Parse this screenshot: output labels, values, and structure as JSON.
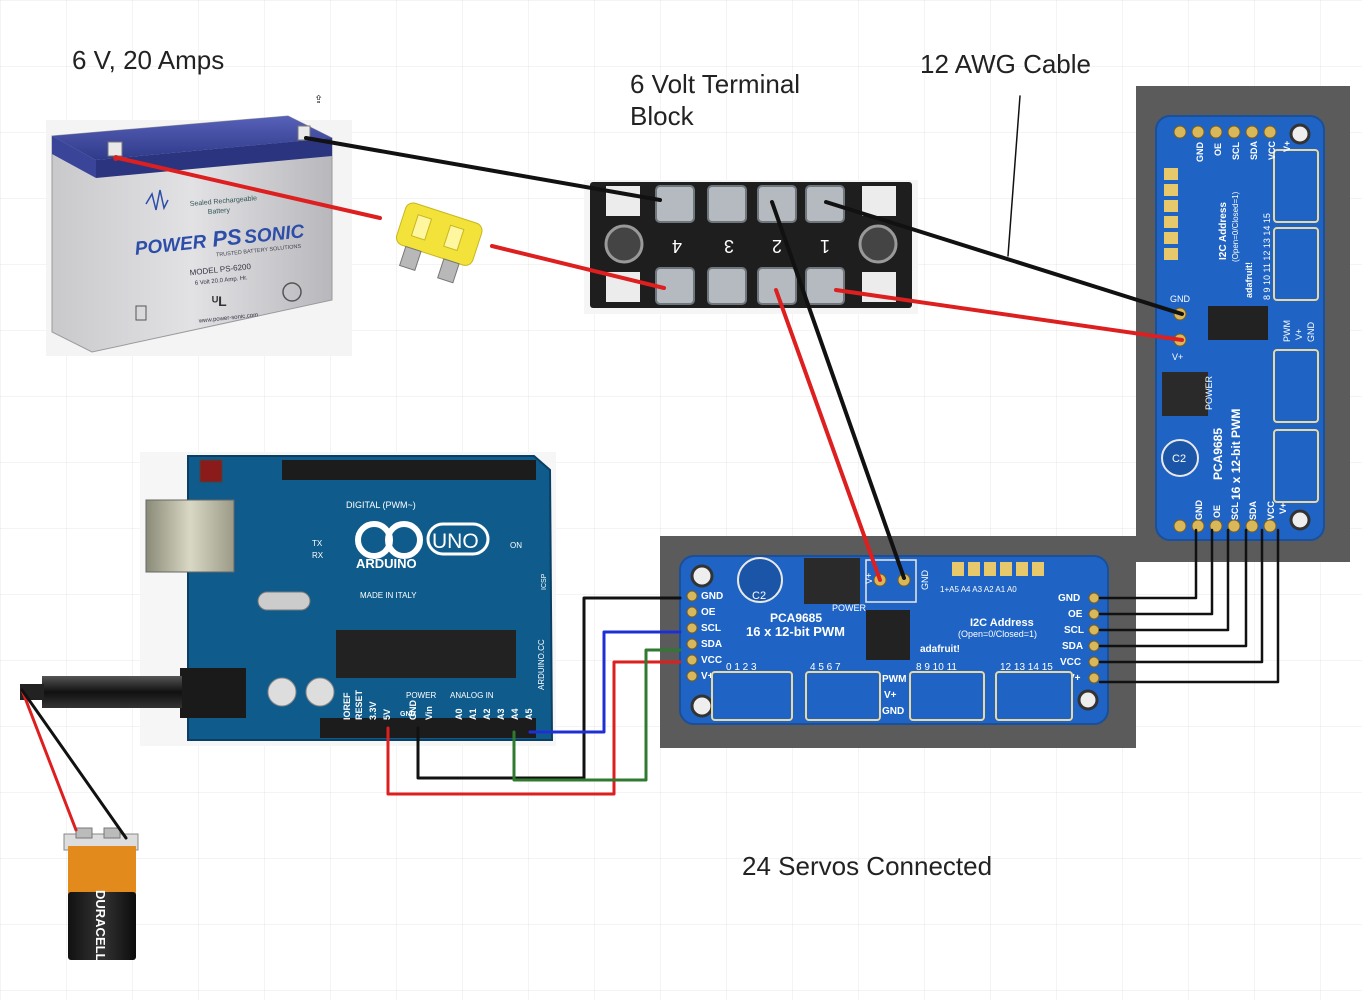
{
  "labels": {
    "battery_spec": "6 V, 20 Amps",
    "terminal_block_line1": "6 Volt Terminal",
    "terminal_block_line2": "Block",
    "cable": "12 AWG Cable",
    "servos": "24 Servos Connected"
  },
  "battery": {
    "brand_left": "POWER",
    "brand_mid": "PS",
    "brand_right": "SONIC",
    "sealed": "Sealed Rechargeable",
    "battery_word": "Battery",
    "trusted": "TRUSTED BATTERY SOLUTIONS",
    "model": "MODEL   PS-6200",
    "rating": "6 Volt   20.0 Amp. Hr.",
    "url": "www.power-sonic.com"
  },
  "arduino": {
    "uno": "UNO",
    "brand": "ARDUINO",
    "made_in": "MADE IN ITALY",
    "digital": "DIGITAL (PWM~)",
    "power": "POWER",
    "analog": "ANALOG IN",
    "on": "ON",
    "icsp": "ICSP",
    "tx": "TX",
    "rx": "RX",
    "cc": "ARDUINO.CC",
    "analog_pins": [
      "A0",
      "A1",
      "A2",
      "A3",
      "A4",
      "A5"
    ],
    "power_pins": [
      "IOREF",
      "RESET",
      "3.3V",
      "5V",
      "GND",
      "GND",
      "Vin"
    ]
  },
  "pwm_board_bottom": {
    "chip": "PCA9685",
    "title": "16 x 12-bit PWM",
    "power": "POWER",
    "i2c": "I2C Address",
    "i2c_sub": "(Open=0/Closed=1)",
    "brand": "adafruit!",
    "c2": "C2",
    "vplus": "V+",
    "gnd_top": "GND",
    "addr": "1+A5 A4 A3 A2 A1 A0",
    "left_pins": [
      "GND",
      "OE",
      "SCL",
      "SDA",
      "VCC",
      "V+"
    ],
    "right_pins": [
      "GND",
      "OE",
      "SCL",
      "SDA",
      "VCC",
      "V+"
    ],
    "bank1": "0  1  2  3",
    "bank2": "4  5  6  7",
    "bank3": "8  9  10 11",
    "bank4": "12 13 14 15",
    "rows": [
      "PWM",
      "V+",
      "GND"
    ]
  },
  "pwm_board_right": {
    "chip": "PCA9685",
    "title": "16 x 12-bit PWM",
    "i2c": "I2C Address",
    "i2c_sub": "(Open=0/Closed=1)",
    "brand": "adafruit!",
    "power": "POWER",
    "c2": "C2",
    "top_pins": [
      "GND",
      "OE",
      "SCL",
      "SDA",
      "VCC",
      "V+"
    ],
    "bottom_pins": [
      "GND",
      "OE",
      "SCL",
      "SDA",
      "VCC",
      "V+"
    ],
    "gnd": "GND",
    "vplus": "V+",
    "rows": [
      "PWM",
      "V+",
      "GND"
    ],
    "bank_labels": "8 9 10 11   12 13 14 15"
  },
  "nine_volt": {
    "brand": "DURACELL"
  },
  "terminal_numbers": [
    "4",
    "3",
    "2",
    "1"
  ],
  "colors": {
    "wire_red": "#dd1f1f",
    "wire_black": "#111111",
    "wire_blue": "#1f2fd6",
    "wire_green": "#2f7a2f",
    "board_blue": "#1f64c4",
    "arduino_blue": "#0f5c8c",
    "fuse_yellow": "#f3e23a"
  }
}
